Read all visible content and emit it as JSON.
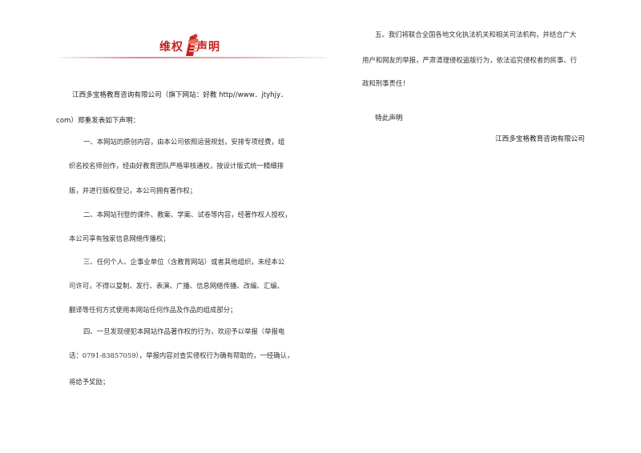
{
  "header": {
    "title_left": "维权",
    "title_right": "声明",
    "emblem_icon": "rights-emblem-icon",
    "accent_color": "#c62020"
  },
  "intro": {
    "line1": "江西多宝格教育咨询有限公司（旗下网站：好教 http//www．jtyhjy．",
    "line2": "com）郑重发表如下声明："
  },
  "clauses": {
    "c1_l1": "一、本网站的原创内容，由本公司依照运营规划，安排专项经费，组",
    "c1_l2": "织名校名师创作，经由好教育团队严格审核通校，按设计版式统一精细排",
    "c1_l3": "版，并进行版权登记，本公司拥有著作权；",
    "c2_l1": "二、本网站刊登的课件、教案、学案、试卷等内容，经著作权人授权，",
    "c2_l2": "本公司享有独家信息网络传播权；",
    "c3_l1": "三、任何个人、企事业单位（含教育网站）或者其他组织，未经本公",
    "c3_l2": "司许可，不得以复制、发行、表演、广播、信息网络传播、改编、汇编、",
    "c3_l3": "翻译等任何方式使用本网站任何作品及作品的组成部分；",
    "c4_l1": "四、一旦发现侵犯本网站作品著作权的行为，欢迎予以举报（举报电",
    "c4_l2": "话：0791-83857059），举报内容对查实侵权行为确有帮助的，一经确认，",
    "c4_l3": "将给予奖励；",
    "c5_l1": "五、我们将联合全国各地文化执法机关和相关司法机构，并结合广大",
    "c5_l2": "用户和网友的举报，严肃清理侵权盗版行为，依法追究侵权者的民事、行",
    "c5_l3": "政和刑事责任！"
  },
  "closing": {
    "statement": "特此声明",
    "company": "江西多宝格教育咨询有限公司"
  }
}
